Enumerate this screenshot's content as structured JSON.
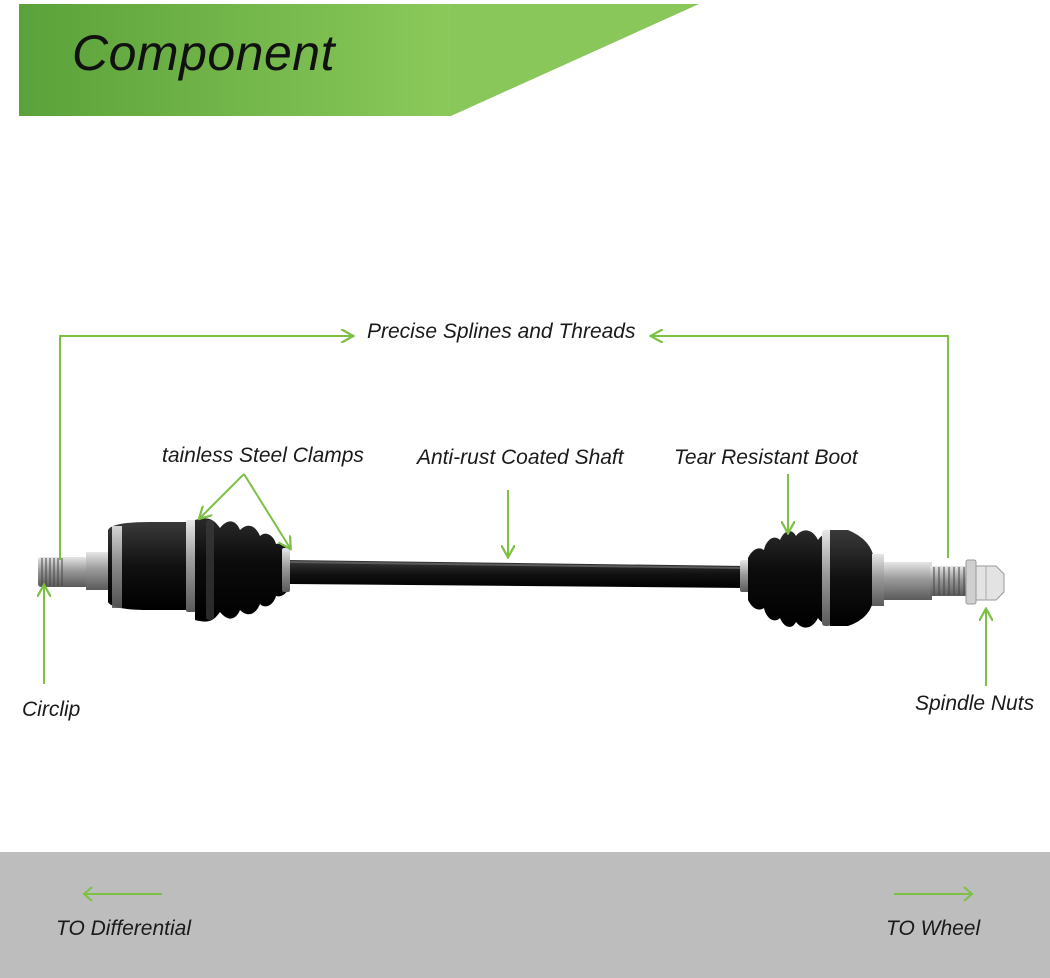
{
  "header": {
    "title": "Component"
  },
  "callouts": {
    "splines": "Precise Splines and Threads",
    "clamps": "tainless Steel Clamps",
    "shaft": "Anti-rust Coated Shaft",
    "boot": "Tear Resistant Boot",
    "circlip": "Circlip",
    "nuts": "Spindle Nuts"
  },
  "footer": {
    "left": "TO Differential",
    "right": "TO Wheel"
  },
  "colors": {
    "accent": "#7cc044",
    "banner_dark": "#5ea33a",
    "banner_light": "#8dc85a",
    "footer_bg": "#bdbdbd"
  }
}
